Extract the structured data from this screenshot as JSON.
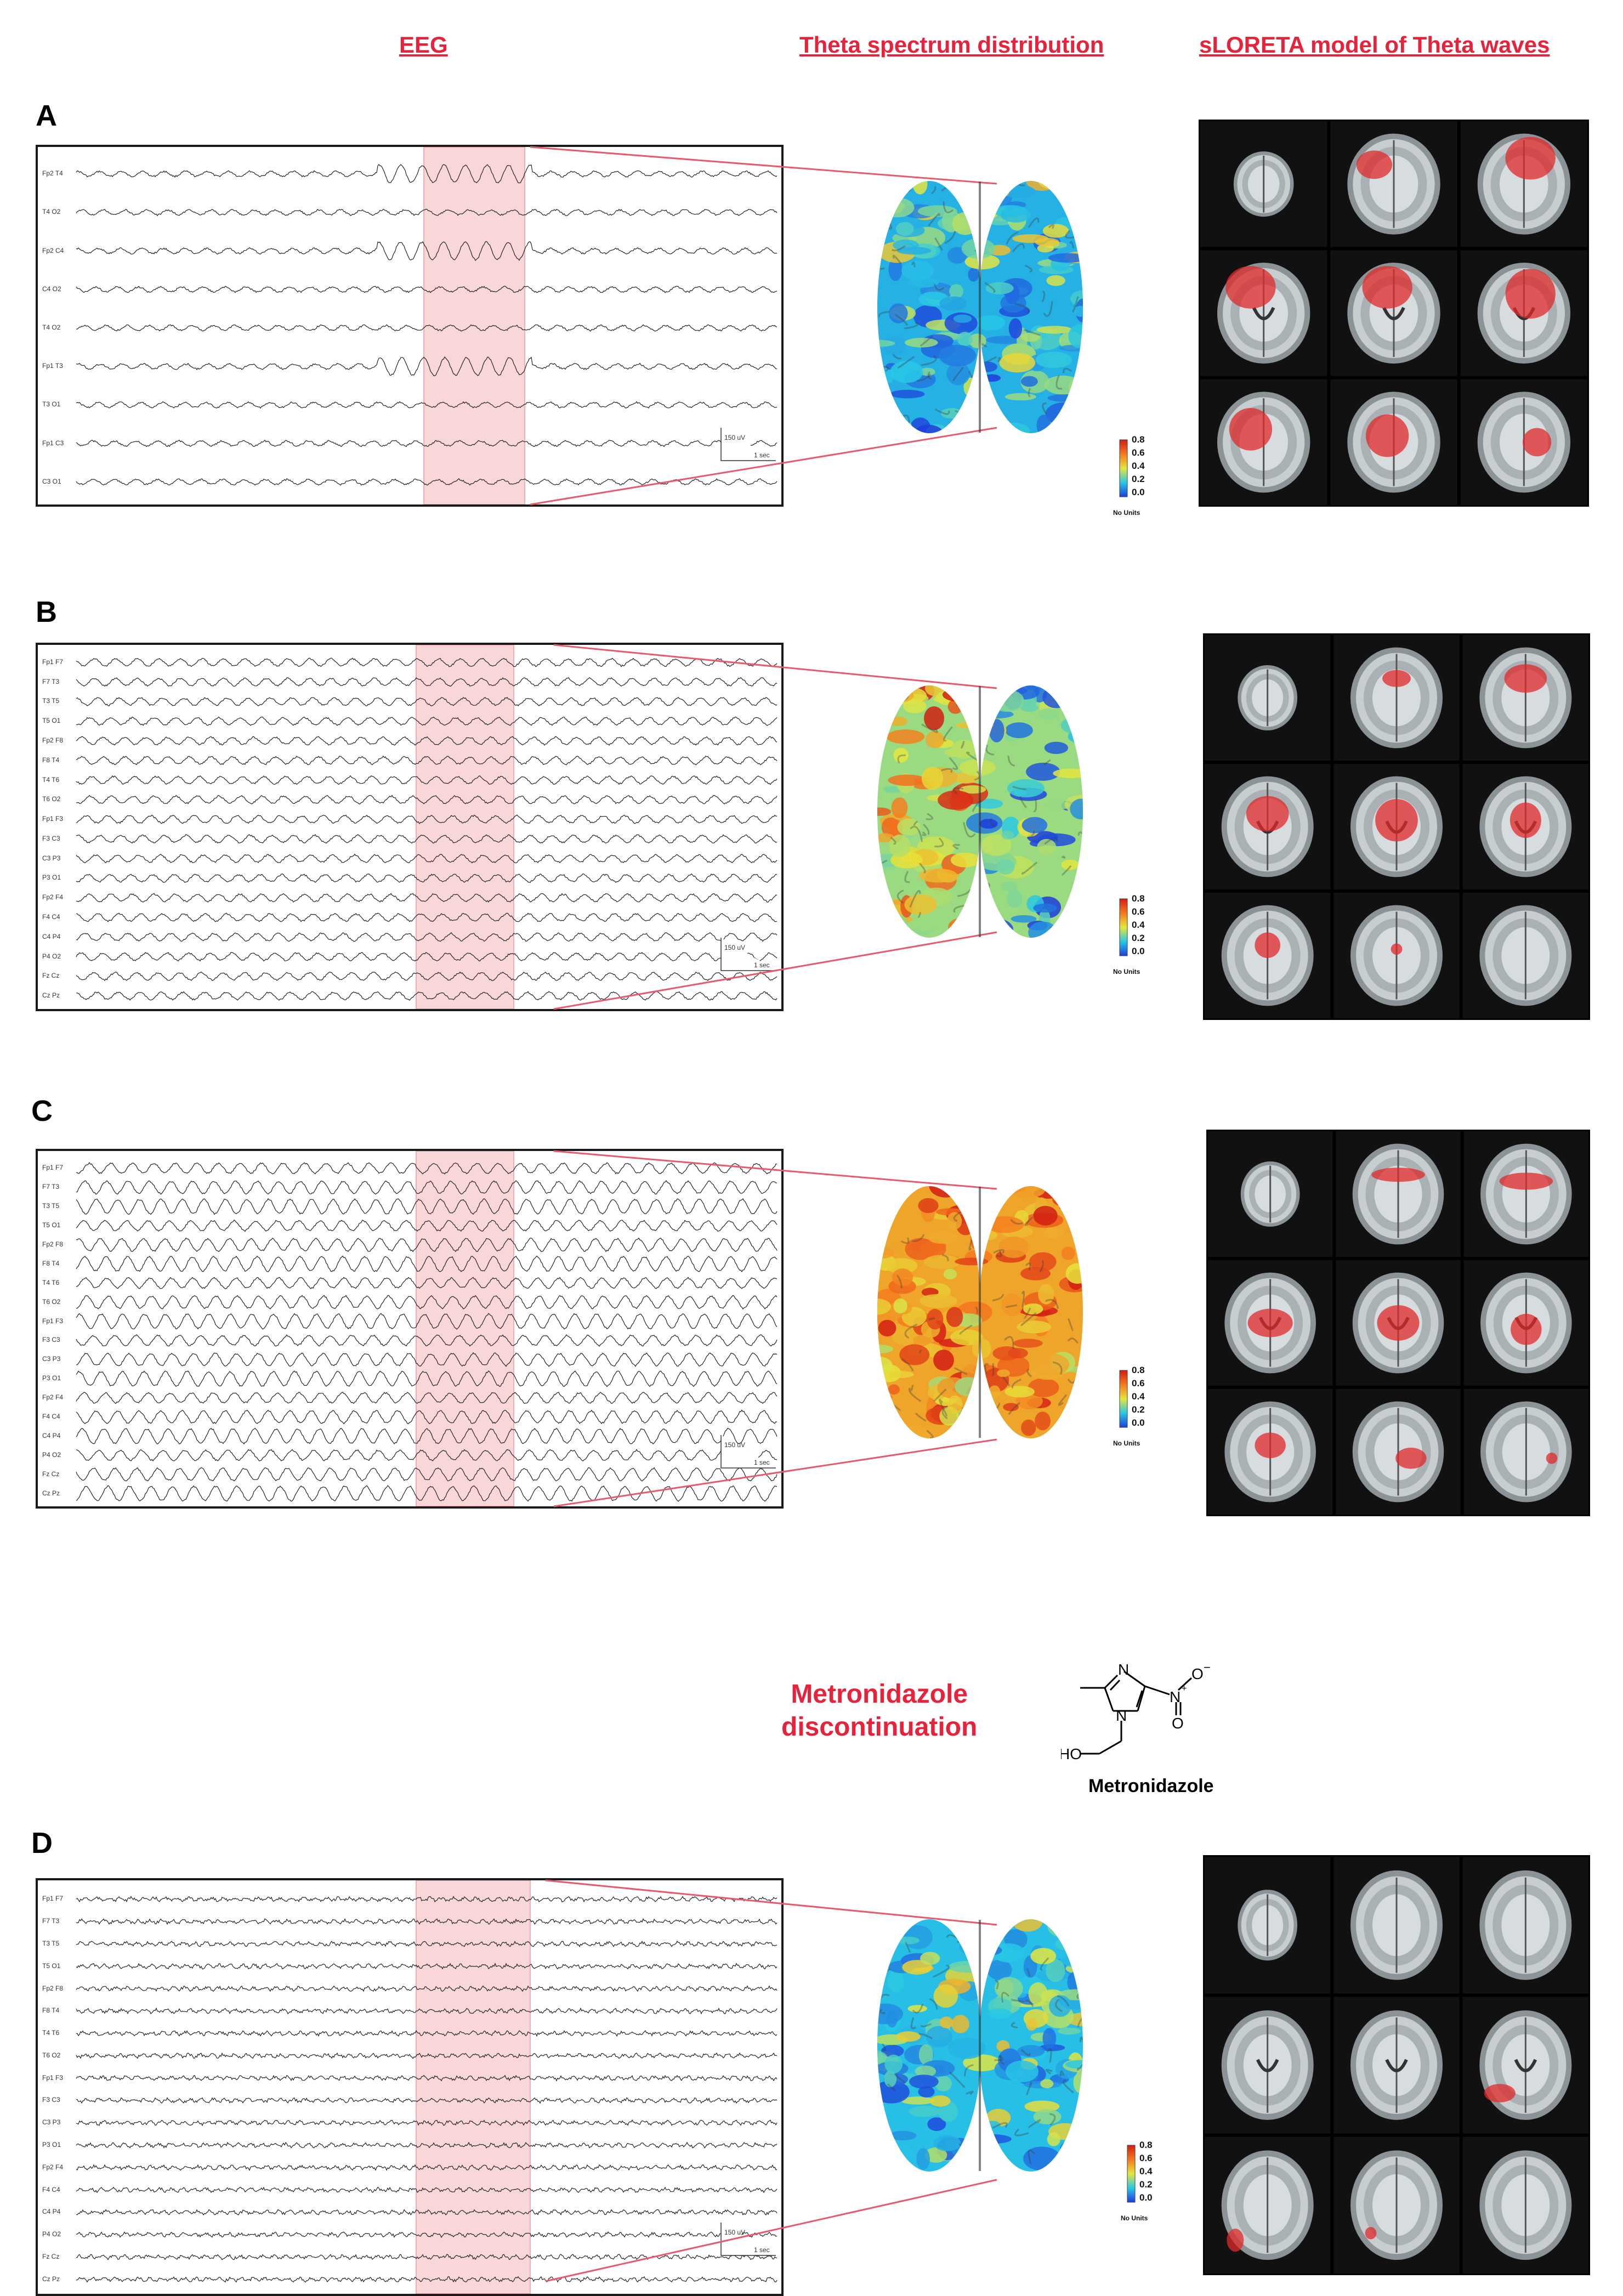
{
  "headers": {
    "eeg": "EEG",
    "theta": "Theta spectrum distribution",
    "sloreta": "sLORETA model of Theta waves"
  },
  "colorbar": {
    "ticks": [
      "0.8",
      "0.6",
      "0.4",
      "0.2",
      "0.0"
    ],
    "units": "No Units"
  },
  "panels": [
    {
      "label": "A",
      "channels": [
        "Fp2 T4",
        "T4 O2",
        "Fp2 C4",
        "C4 O2",
        "T4 O2",
        "Fp1 T3",
        "T3 O1",
        "Fp1 C3",
        "C3 O1"
      ],
      "scale_amplitude": "150 uV",
      "scale_time": "1 sec",
      "theta_level": 0.25
    },
    {
      "label": "B",
      "channels": [
        "Fp1 F7",
        "F7 T3",
        "T3 T5",
        "T5 O1",
        "Fp2 F8",
        "F8 T4",
        "T4 T6",
        "T6 O2",
        "Fp1 F3",
        "F3 C3",
        "C3 P3",
        "P3 O1",
        "Fp2 F4",
        "F4 C4",
        "C4 P4",
        "P4 O2",
        "Fz Cz",
        "Cz Pz"
      ],
      "scale_amplitude": "150 uV",
      "scale_time": "1 sec",
      "theta_level": 0.45
    },
    {
      "label": "C",
      "channels": [
        "Fp1 F7",
        "F7 T3",
        "T3 T5",
        "T5 O1",
        "Fp2 F8",
        "F8 T4",
        "T4 T6",
        "T6 O2",
        "Fp1 F3",
        "F3 C3",
        "C3 P3",
        "P3 O1",
        "Fp2 F4",
        "F4 C4",
        "C4 P4",
        "P4 O2",
        "Fz Cz",
        "Cz Pz"
      ],
      "scale_amplitude": "150 uV",
      "scale_time": "1 sec",
      "theta_level": 0.7
    },
    {
      "label": "D",
      "channels": [
        "Fp1 F7",
        "F7 T3",
        "T3 T5",
        "T5 O1",
        "Fp2 F8",
        "F8 T4",
        "T4 T6",
        "T6 O2",
        "Fp1 F3",
        "F3 C3",
        "C3 P3",
        "P3 O1",
        "Fp2 F4",
        "F4 C4",
        "C4 P4",
        "P4 O2",
        "Fz Cz",
        "Cz Pz"
      ],
      "scale_amplitude": "150 uV",
      "scale_time": "1 sec",
      "theta_level": 0.28
    }
  ],
  "intervention": {
    "line1": "Metronidazole",
    "line2": "discontinuation"
  },
  "molecule": {
    "name": "Metronidazole",
    "atom_n1": "N",
    "atom_n2": "N",
    "atom_n3": "N",
    "atom_o1": "O",
    "atom_o2": "O",
    "charge_minus": "−",
    "charge_plus": "+",
    "ho_label": "HO"
  },
  "colors": {
    "accent_red": "#e8223a",
    "highlight": "#f7c9cc",
    "sloreta_bg": "#000000"
  }
}
